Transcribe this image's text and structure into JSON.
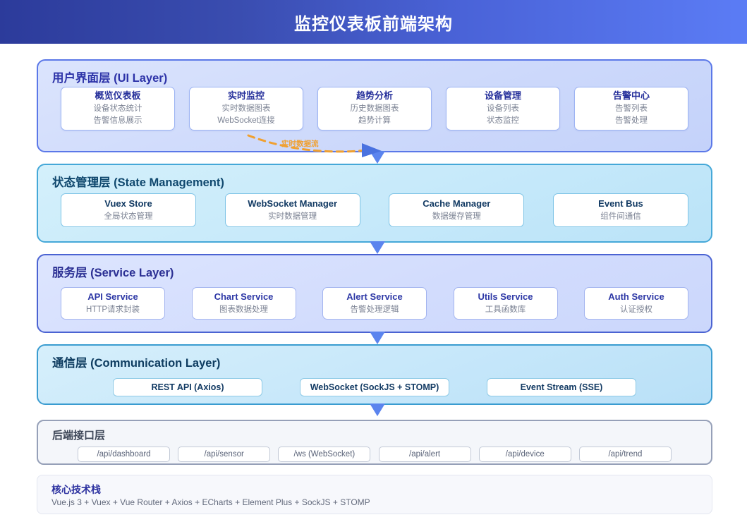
{
  "header": {
    "title": "监控仪表板前端架构"
  },
  "layers": [
    {
      "id": "ui",
      "title": "用户界面层 (UI Layer)",
      "cards": [
        {
          "title": "概览仪表板",
          "subs": [
            "设备状态统计",
            "告警信息展示"
          ]
        },
        {
          "title": "实时监控",
          "subs": [
            "实时数据图表",
            "WebSocket连接"
          ]
        },
        {
          "title": "趋势分析",
          "subs": [
            "历史数据图表",
            "趋势计算"
          ]
        },
        {
          "title": "设备管理",
          "subs": [
            "设备列表",
            "状态监控"
          ]
        },
        {
          "title": "告警中心",
          "subs": [
            "告警列表",
            "告警处理"
          ]
        }
      ]
    },
    {
      "id": "state",
      "title": "状态管理层 (State Management)",
      "cards": [
        {
          "title": "Vuex Store",
          "subs": [
            "全局状态管理"
          ]
        },
        {
          "title": "WebSocket Manager",
          "subs": [
            "实时数据管理"
          ]
        },
        {
          "title": "Cache Manager",
          "subs": [
            "数据缓存管理"
          ]
        },
        {
          "title": "Event Bus",
          "subs": [
            "组件间通信"
          ]
        }
      ]
    },
    {
      "id": "service",
      "title": "服务层 (Service Layer)",
      "cards": [
        {
          "title": "API Service",
          "subs": [
            "HTTP请求封装"
          ]
        },
        {
          "title": "Chart Service",
          "subs": [
            "图表数据处理"
          ]
        },
        {
          "title": "Alert Service",
          "subs": [
            "告警处理逻辑"
          ]
        },
        {
          "title": "Utils Service",
          "subs": [
            "工具函数库"
          ]
        },
        {
          "title": "Auth Service",
          "subs": [
            "认证授权"
          ]
        }
      ]
    },
    {
      "id": "comm",
      "title": "通信层 (Communication Layer)",
      "pills": [
        "REST API (Axios)",
        "WebSocket (SockJS + STOMP)",
        "Event Stream (SSE)"
      ]
    },
    {
      "id": "backend",
      "title": "后端接口层",
      "endpoints": [
        "/api/dashboard",
        "/api/sensor",
        "/ws (WebSocket)",
        "/api/alert",
        "/api/device",
        "/api/trend"
      ]
    }
  ],
  "tech_stack": {
    "title": "核心技术栈",
    "description": "Vue.js 3 + Vuex + Vue Router + Axios + ECharts + Element Plus + SockJS + STOMP"
  },
  "annotations": {
    "realtime_flow_label": "实时数据流"
  },
  "colors": {
    "header_gradient_start": "#2c3b9b",
    "header_gradient_end": "#5b7cf5",
    "ui_layer_border": "#5b78e8",
    "state_layer_border": "#45a8d8",
    "service_layer_border": "#4b63d2",
    "comm_layer_border": "#3a9cd0",
    "backend_layer_border": "#96a0b8",
    "connector_arrow": "#5b84ee",
    "flow_accent": "#f0a030",
    "card_title": "#26309b",
    "card_sub": "#7b8293"
  }
}
